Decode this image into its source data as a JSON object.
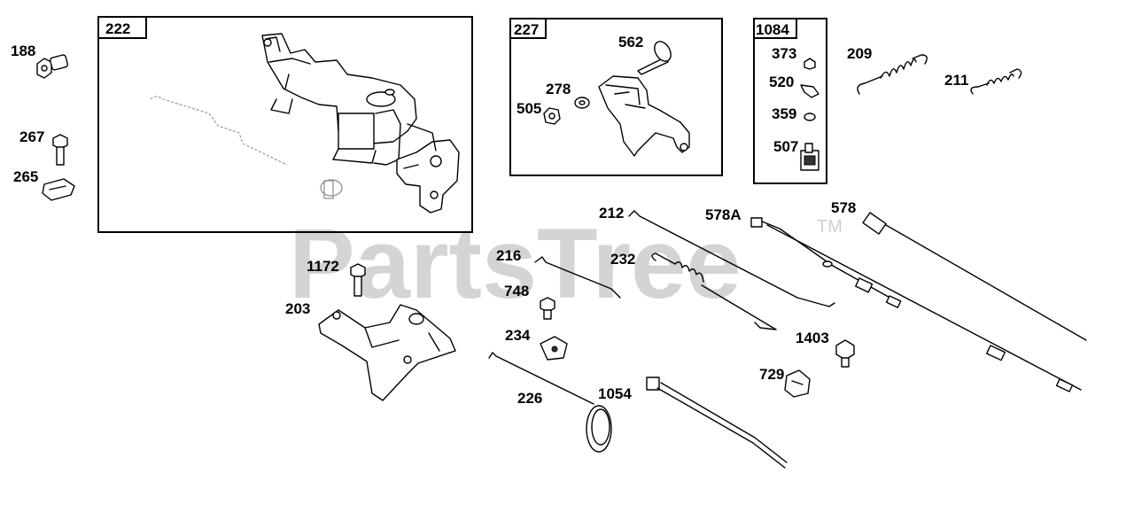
{
  "watermark": {
    "text": "PartsTree",
    "trademark": "TM"
  },
  "kits": [
    {
      "id": "kit-222",
      "label": "222"
    },
    {
      "id": "kit-227",
      "label": "227"
    },
    {
      "id": "kit-1084",
      "label": "1084"
    }
  ],
  "callouts": {
    "188": "188",
    "267": "267",
    "265": "265",
    "562": "562",
    "278": "278",
    "505": "505",
    "373": "373",
    "520": "520",
    "359": "359",
    "507": "507",
    "209": "209",
    "211": "211",
    "212": "212",
    "578A": "578A",
    "578": "578",
    "216": "216",
    "232": "232",
    "748": "748",
    "1172": "1172",
    "203": "203",
    "234": "234",
    "1403": "1403",
    "729": "729",
    "226": "226",
    "1054": "1054"
  }
}
